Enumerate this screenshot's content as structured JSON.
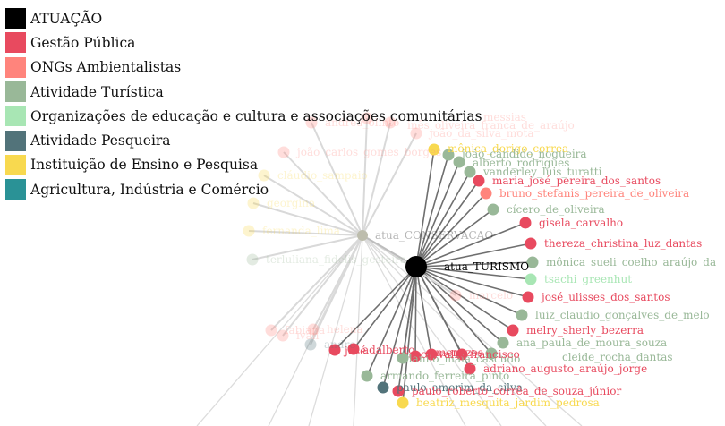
{
  "legend": [
    {
      "label": "ATUAÇÃO",
      "color": "#000000"
    },
    {
      "label": "Gestão Pública",
      "color": "#e84a5f"
    },
    {
      "label": "ONGs Ambientalistas",
      "color": "#ff847c"
    },
    {
      "label": "Atividade Turística",
      "color": "#99b898"
    },
    {
      "label": "Organizações de educação e cultura e associações comunitárias",
      "color": "#a8e6b4"
    },
    {
      "label": "Atividade Pesqueira",
      "color": "#52737a"
    },
    {
      "label": "Instituição de Ensino e Pesquisa",
      "color": "#f8d94f"
    },
    {
      "label": "Agricultura, Indústria e Comércio",
      "color": "#2a9296"
    }
  ],
  "hubs": [
    {
      "label": "atua_TURISMO",
      "category": "ATUAÇÃO",
      "faded": false
    },
    {
      "label": "atua_CONSERVACAO",
      "category": "ATUAÇÃO",
      "faded": true
    }
  ],
  "nodes": [
    {
      "label": "mônica_dorigo_correa",
      "category": "Instituição de Ensino e Pesquisa",
      "hub": "atua_TURISMO",
      "faded": false
    },
    {
      "label": "joão_cândido_nogueira",
      "category": "Atividade Turística",
      "hub": "atua_TURISMO",
      "faded": false
    },
    {
      "label": "alberto_rodrigues",
      "category": "Atividade Turística",
      "hub": "atua_TURISMO",
      "faded": false
    },
    {
      "label": "vanderley_luis_turatti",
      "category": "Atividade Turística",
      "hub": "atua_TURISMO",
      "faded": false
    },
    {
      "label": "maria_josé_pereira_dos_santos",
      "category": "Gestão Pública",
      "hub": "atua_TURISMO",
      "faded": false
    },
    {
      "label": "bruno_stefanis_pereira_de_oliveira",
      "category": "ONGs Ambientalistas",
      "hub": "atua_TURISMO",
      "faded": false
    },
    {
      "label": "cícero_de_oliveira",
      "category": "Atividade Turística",
      "hub": "atua_TURISMO",
      "faded": false
    },
    {
      "label": "gisela_carvalho",
      "category": "Gestão Pública",
      "hub": "atua_TURISMO",
      "faded": false
    },
    {
      "label": "thereza_christina_luz_dantas",
      "category": "Gestão Pública",
      "hub": "atua_TURISMO",
      "faded": false
    },
    {
      "label": "mônica_sueli_coelho_araújo_da",
      "category": "Atividade Turística",
      "hub": "atua_TURISMO",
      "faded": false
    },
    {
      "label": "tsachi_greenhut",
      "category": "Organizações de educação e cultura e associações comunitárias",
      "hub": "atua_TURISMO",
      "faded": false
    },
    {
      "label": "josé_ulisses_dos_santos",
      "category": "Gestão Pública",
      "hub": "atua_TURISMO",
      "faded": false
    },
    {
      "label": "luiz_claudio_gonçalves_de_melo",
      "category": "Atividade Turística",
      "hub": "atua_TURISMO",
      "faded": false
    },
    {
      "label": "melry_sherly_bezerra",
      "category": "Gestão Pública",
      "hub": "atua_TURISMO",
      "faded": false
    },
    {
      "label": "ana_paula_de_moura_souza",
      "category": "Atividade Turística",
      "hub": "atua_TURISMO",
      "faded": false
    },
    {
      "label": "cleide_rocha_dantas",
      "category": "Atividade Turística",
      "hub": "atua_TURISMO",
      "faded": false
    },
    {
      "label": "adriano_augusto_araújo_jorge",
      "category": "Gestão Pública",
      "hub": "atua_TURISMO",
      "faded": false
    },
    {
      "label": "danilo_maia_cascudo",
      "category": "Atividade Turística",
      "hub": "atua_TURISMO",
      "faded": false
    },
    {
      "label": "francisco",
      "category": "Gestão Pública",
      "hub": "atua_TURISMO",
      "faded": false
    },
    {
      "label": "menezes",
      "category": "Gestão Pública",
      "hub": "atua_TURISMO",
      "faded": false
    },
    {
      "label": "carvalho",
      "category": "Gestão Pública",
      "hub": "atua_TURISMO",
      "faded": false
    },
    {
      "label": "adalberto",
      "category": "Gestão Pública",
      "hub": "atua_TURISMO",
      "faded": false
    },
    {
      "label": "josé",
      "category": "Gestão Pública",
      "hub": "atua_TURISMO",
      "faded": false
    },
    {
      "label": "armando_ferreira_pinto",
      "category": "Atividade Turística",
      "hub": "atua_TURISMO",
      "faded": false
    },
    {
      "label": "paulo_amorim_da_silva",
      "category": "Atividade Pesqueira",
      "hub": "atua_TURISMO",
      "faded": false
    },
    {
      "label": "paulo_roberto_corrêa_de_souza_júnior",
      "category": "Gestão Pública",
      "hub": "atua_TURISMO",
      "faded": false
    },
    {
      "label": "beatriz_mesquita_jardim_pedrosa",
      "category": "Instituição de Ensino e Pesquisa",
      "hub": "atua_TURISMO",
      "faded": false
    },
    {
      "label": "andrea_olinto",
      "category": "ONGs Ambientalistas",
      "hub": "atua_CONSERVACAO",
      "faded": true
    },
    {
      "label": "messias",
      "category": "ONGs Ambientalistas",
      "hub": "atua_CONSERVACAO",
      "faded": true
    },
    {
      "label": "inês_oliveira_franca_de_araújo",
      "category": "ONGs Ambientalistas",
      "hub": "atua_CONSERVACAO",
      "faded": true
    },
    {
      "label": "joão_da_silva_mota",
      "category": "ONGs Ambientalistas",
      "hub": "atua_CONSERVACAO",
      "faded": true
    },
    {
      "label": "joão_carlos_gomes_borges",
      "category": "ONGs Ambientalistas",
      "hub": "atua_CONSERVACAO",
      "faded": true
    },
    {
      "label": "cláudio_sampaio",
      "category": "Instituição de Ensino e Pesquisa",
      "hub": "atua_CONSERVACAO",
      "faded": true
    },
    {
      "label": "georgina",
      "category": "Instituição de Ensino e Pesquisa",
      "hub": "atua_CONSERVACAO",
      "faded": true
    },
    {
      "label": "fernanda_lima",
      "category": "Instituição de Ensino e Pesquisa",
      "hub": "atua_CONSERVACAO",
      "faded": true
    },
    {
      "label": "terluliana_fidelis_gesteira",
      "category": "Atividade Turística",
      "hub": "atua_CONSERVACAO",
      "faded": true
    },
    {
      "label": "marcelo",
      "category": "ONGs Ambientalistas",
      "hub": "atua_CONSERVACAO",
      "faded": true
    },
    {
      "label": "fabiana",
      "category": "ONGs Ambientalistas",
      "hub": "atua_CONSERVACAO",
      "faded": true
    },
    {
      "label": "ivan",
      "category": "ONGs Ambientalistas",
      "hub": "atua_CONSERVACAO",
      "faded": true
    },
    {
      "label": "helena",
      "category": "ONGs Ambientalistas",
      "hub": "atua_CONSERVACAO",
      "faded": true
    },
    {
      "label": "andre",
      "category": "Atividade Pesqueira",
      "hub": "atua_CONSERVACAO",
      "faded": true
    }
  ]
}
